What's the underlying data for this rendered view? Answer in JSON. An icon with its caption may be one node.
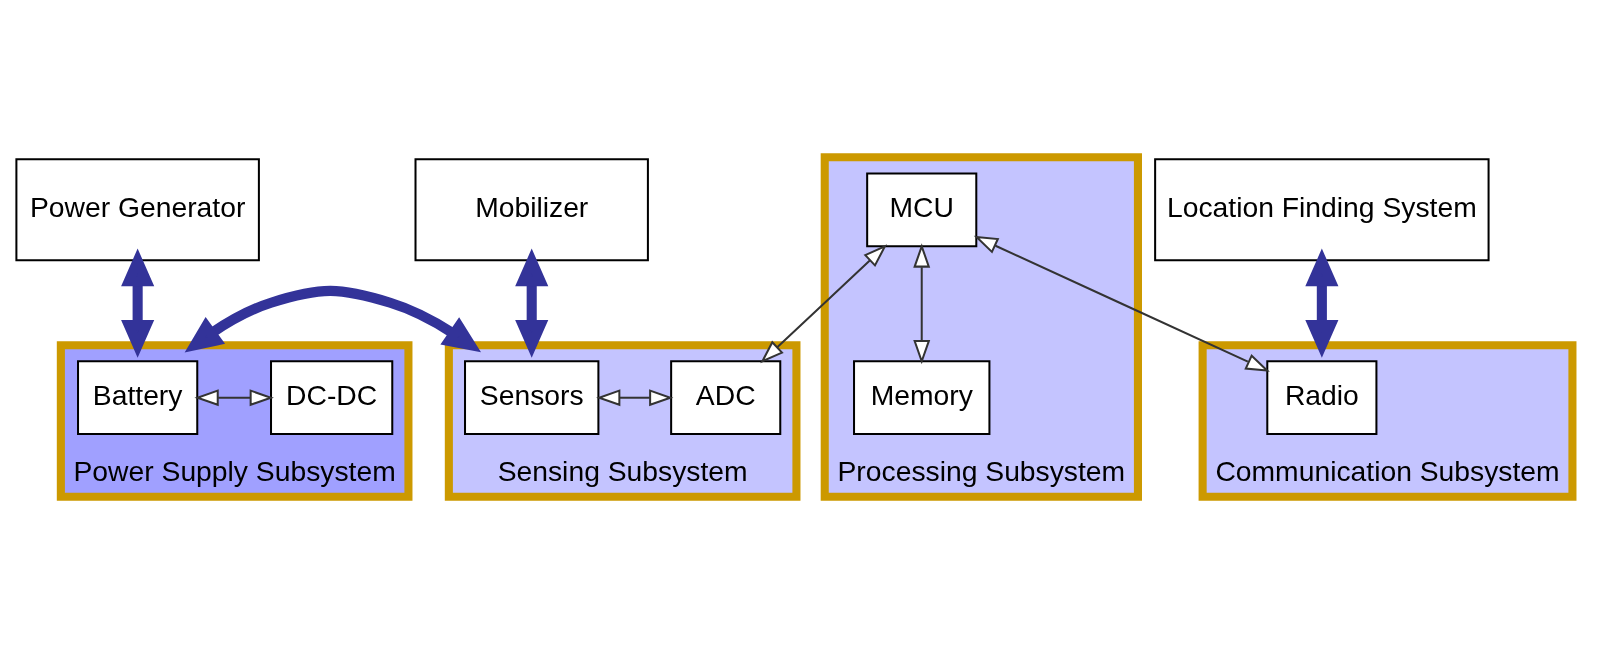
{
  "diagram": {
    "nodes": [
      {
        "text": [
          "Power Generator"
        ]
      },
      {
        "text": [
          "Mobilizer"
        ]
      },
      {
        "text": [
          "Location Finding System"
        ]
      },
      {
        "text": [
          "Power Supply Subsystem"
        ]
      },
      {
        "text": [
          "Battery"
        ],
        "in": 3
      },
      {
        "text": [
          "DC-DC"
        ],
        "in": 3
      },
      {
        "text": [
          "Sensing Subsystem"
        ]
      },
      {
        "text": [
          "Sensors"
        ],
        "in": 6
      },
      {
        "text": [
          "ADC"
        ],
        "in": 6
      },
      {
        "text": [
          "Processing Subsystem"
        ]
      },
      {
        "text": [
          "MCU"
        ],
        "in": 9
      },
      {
        "text": [
          "Memory"
        ],
        "in": 9
      },
      {
        "text": [
          "Communication Subsystem"
        ]
      },
      {
        "text": [
          "Radio"
        ],
        "in": 12
      }
    ],
    "edges": [
      {
        "from": 0,
        "to": 3,
        "arrow": "both",
        "style": "thick",
        "color": "#333399"
      },
      {
        "from": 1,
        "to": 6,
        "arrow": "both",
        "style": "thick",
        "color": "#333399"
      },
      {
        "from": 2,
        "to": 12,
        "arrow": "both",
        "style": "thick",
        "color": "#333399"
      },
      {
        "from": 4,
        "to": 5,
        "arrow": "both"
      },
      {
        "from": 3,
        "to": 6,
        "arrow": "both",
        "style": "thick",
        "color": "#333399"
      },
      {
        "from": 7,
        "to": 8,
        "arrow": "both"
      },
      {
        "from": 8,
        "to": 10,
        "arrow": "both"
      },
      {
        "from": 10,
        "to": 13,
        "arrow": "both"
      },
      {
        "from": 10,
        "to": 11,
        "arrow": "both"
      }
    ]
  }
}
